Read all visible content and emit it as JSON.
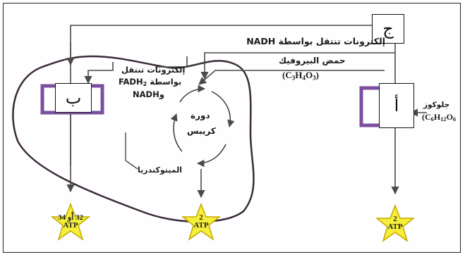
{
  "colors": {
    "line": "#4a4a4a",
    "membrane": "#3a2a3a",
    "protein": "#7b4fa0",
    "star": "#f5ee3a",
    "star_edge": "#c6a800"
  },
  "labels": {
    "a": "أ",
    "b": "ب",
    "c": "ج"
  },
  "text": {
    "electrons_nadh": "إلكترونات تنتقل بواسطة NADH",
    "pyruvic_acid": "حمض البيروفيك",
    "pyruvic_formula": [
      "C",
      "3",
      "H",
      "4",
      "O",
      "3"
    ],
    "electrons_fadh_line1": "إلكترونات تنتقل",
    "electrons_fadh_line2": "بواسطة FADH",
    "electrons_fadh_sub": "2",
    "electrons_fadh_line3": "وNADH",
    "krebs_line1": "دورة",
    "krebs_line2": "كريبس",
    "mitochondria": "الميتوكندريا",
    "glucose": "جلوكوز",
    "glucose_formula": [
      "C",
      "6",
      "H",
      "12",
      "O",
      "6"
    ]
  },
  "stars": [
    {
      "id": "left",
      "line1": "32 أو 34",
      "line2": "ATP"
    },
    {
      "id": "middle",
      "line1": "2",
      "line2": "ATP"
    },
    {
      "id": "right",
      "line1": "2",
      "line2": "ATP"
    }
  ],
  "icons": [
    "arrow-icon",
    "cycle-arrow-icon",
    "star-icon"
  ]
}
